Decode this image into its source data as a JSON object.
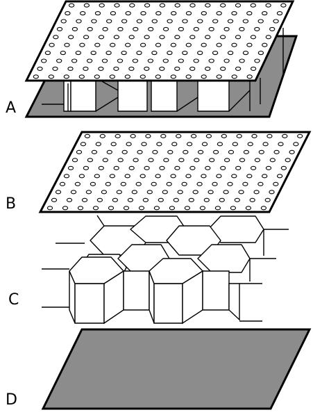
{
  "labels": {
    "a": "A",
    "b": "B",
    "c": "C",
    "d": "D"
  },
  "colors": {
    "background": "#ffffff",
    "face_sheet": "#ffffff",
    "solid_sheet": "#8c8c8c",
    "outline": "#000000"
  }
}
